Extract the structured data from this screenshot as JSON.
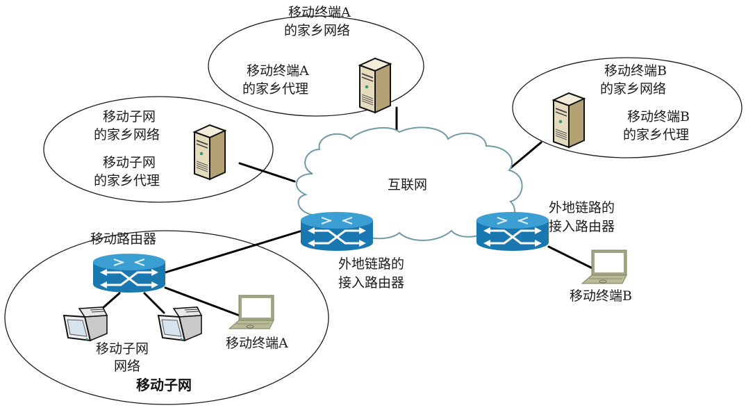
{
  "diagram": {
    "type": "network-topology",
    "colors": {
      "router_body": "#1a78b0",
      "router_top": "#3c9fd4",
      "server_front": "#e9dfc2",
      "server_side": "#b9a679",
      "laptop": "#a3a584",
      "cloud_stroke": "#6e9aa6"
    },
    "internet": {
      "label": "互联网",
      "icon": "cloud-icon"
    },
    "home_network_a": {
      "network_label": [
        "移动终端A",
        "的家乡网络"
      ],
      "agent_label": [
        "移动终端A",
        "的家乡代理"
      ],
      "icon": "server-icon"
    },
    "home_network_b": {
      "network_label": [
        "移动终端B",
        "的家乡网络"
      ],
      "agent_label": [
        "移动终端B",
        "的家乡代理"
      ],
      "icon": "server-icon"
    },
    "mobile_subnet_home": {
      "network_label": [
        "移动子网",
        "的家乡网络"
      ],
      "agent_label": [
        "移动子网",
        "的家乡代理"
      ],
      "icon": "server-icon"
    },
    "foreign_router_left": {
      "label": [
        "外地链路的",
        "接入路由器"
      ],
      "icon": "router-icon"
    },
    "foreign_router_right": {
      "label": [
        "外地链路的",
        "接入路由器"
      ],
      "icon": "router-icon"
    },
    "mobile_terminal_b": {
      "label": "移动终端B",
      "icon": "laptop-icon"
    },
    "mobile_subnet": {
      "title": "移动子网",
      "router_label": "移动路由器",
      "subnet_network_label": [
        "移动子网",
        "网络"
      ],
      "terminal_a_label": "移动终端A",
      "icons": [
        "router-icon",
        "monitor-icon",
        "monitor-icon",
        "laptop-icon"
      ]
    },
    "links": [
      [
        "home_network_a.server",
        "internet"
      ],
      [
        "home_network_b.server",
        "internet"
      ],
      [
        "mobile_subnet_home.server",
        "internet"
      ],
      [
        "foreign_router_left",
        "internet"
      ],
      [
        "foreign_router_right",
        "internet"
      ],
      [
        "foreign_router_right",
        "mobile_terminal_b"
      ],
      [
        "mobile_subnet.router",
        "foreign_router_left"
      ],
      [
        "mobile_subnet.router",
        "monitor_1"
      ],
      [
        "mobile_subnet.router",
        "monitor_2"
      ],
      [
        "mobile_subnet.router",
        "mobile_terminal_a"
      ]
    ]
  }
}
